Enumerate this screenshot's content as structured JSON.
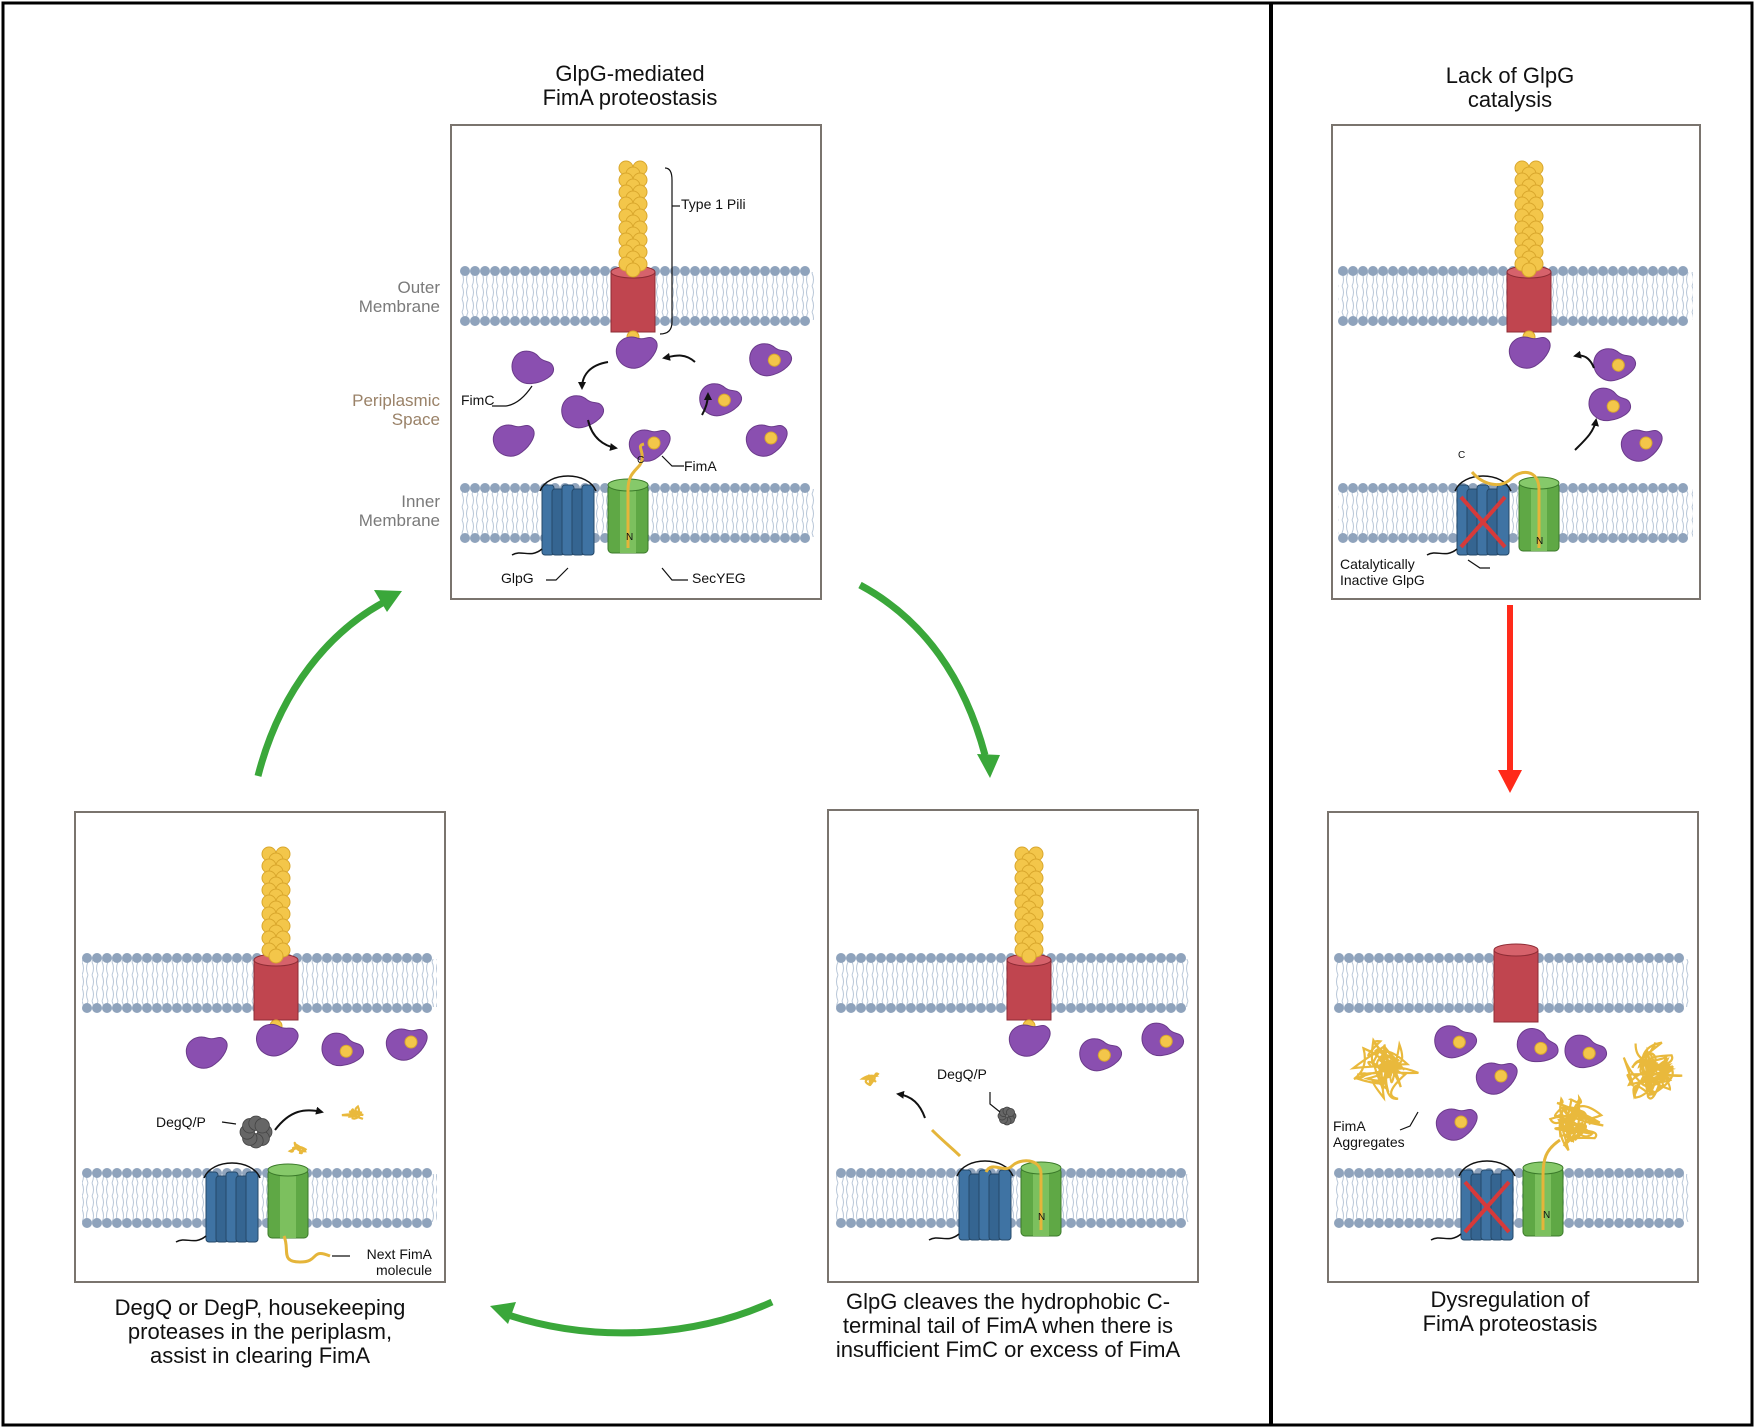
{
  "colors": {
    "frame": "#000000",
    "panel_border": "#7a746e",
    "cycle_arrow": "#3aa73a",
    "fail_arrow": "#ff2a1a",
    "lipid_head": "#8fa3bc",
    "lipid_tail": "#b9c7d8",
    "pilus_gold": "#f3c64a",
    "usher_red": "#c0454f",
    "chaperone_purple": "#8a4fb0",
    "glpg_blue": "#3f73a3",
    "secyeg_green": "#5fa845",
    "protease_grey": "#666666",
    "membrane_label_grey": "#7a7a7a",
    "periplasm_label": "#9a8268",
    "x_mark": "#d63a3a"
  },
  "titles": {
    "top": [
      "GlpG-mediated",
      "FimA proteostasis"
    ],
    "right_top": [
      "Lack of GlpG",
      "catalysis"
    ]
  },
  "compartments": {
    "outer": [
      "Outer",
      "Membrane"
    ],
    "periplasm": [
      "Periplasmic",
      "Space"
    ],
    "inner": [
      "Inner",
      "Membrane"
    ]
  },
  "labels": {
    "type1_pili": "Type 1 Pili",
    "fimc": "FimC",
    "fima": "FimA",
    "c_term": "C",
    "n_term": "N",
    "glpg": "GlpG",
    "secyeg": "SecYEG",
    "degqp": "DegQ/P",
    "next_fima": [
      "Next FimA",
      "molecule"
    ],
    "catalytically_inactive": [
      "Catalytically",
      "Inactive GlpG"
    ],
    "fima_aggregates": [
      "FimA",
      "Aggregates"
    ]
  },
  "captions": {
    "bottom_left": [
      "DegQ or DegP, housekeeping",
      "proteases in the periplasm,",
      "assist in clearing FimA"
    ],
    "bottom_right": [
      "GlpG cleaves the hydrophobic C-",
      "terminal tail of FimA when there is",
      "insufficient FimC or excess of FimA"
    ],
    "right_bottom": [
      "Dysregulation of",
      "FimA proteostasis"
    ]
  }
}
